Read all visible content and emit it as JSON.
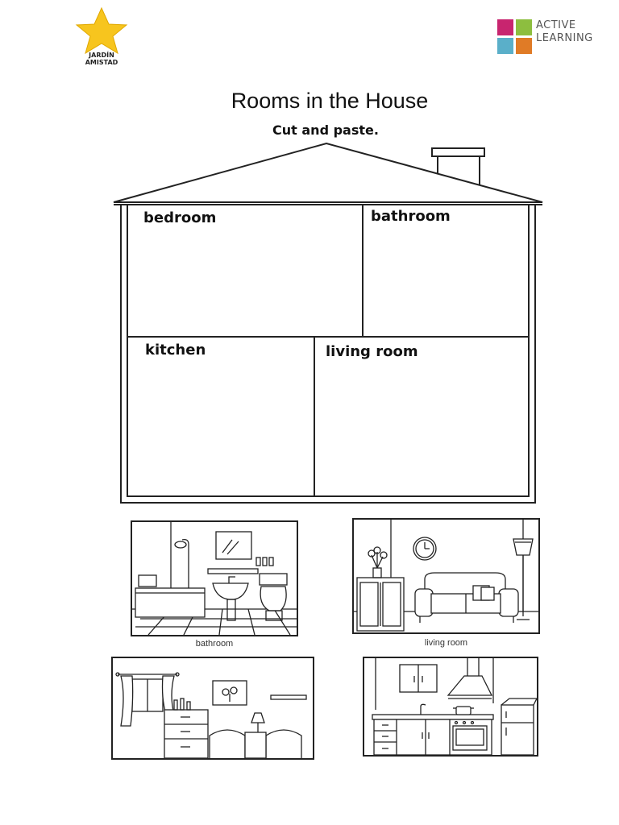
{
  "header": {
    "left_logo_text": [
      "JARDÍN",
      "AMISTAD"
    ],
    "right_logo_text": [
      "ACTIVE",
      "LEARNING"
    ],
    "colors": {
      "star": "#F7C51E",
      "sq1": "#C8256F",
      "sq2": "#8DBE3F",
      "sq3": "#5AAFC9",
      "sq4": "#E07B26"
    }
  },
  "page": {
    "title": "Rooms in the House",
    "subtitle": "Cut and paste."
  },
  "house": {
    "rooms": [
      {
        "label": "bedroom"
      },
      {
        "label": "bathroom"
      },
      {
        "label": "kitchen"
      },
      {
        "label": "living room"
      }
    ]
  },
  "cutouts": [
    {
      "caption": "bathroom"
    },
    {
      "caption": "living room"
    },
    {
      "caption": ""
    },
    {
      "caption": ""
    }
  ]
}
